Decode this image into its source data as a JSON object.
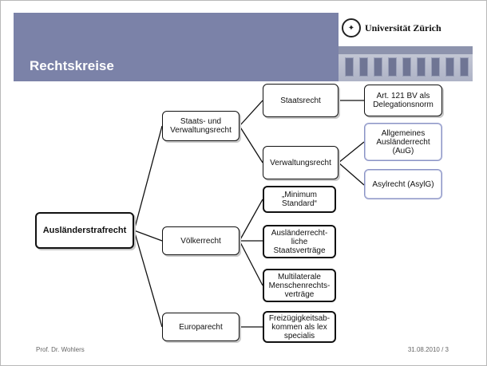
{
  "header": {
    "title": "Rechtskreise",
    "university": "Universität Zürich",
    "accent_color": "#7b82a8"
  },
  "diagram": {
    "root": "Ausländerstrafrecht",
    "level1": {
      "staats": "Staats- und\nVerwaltungsrecht",
      "voelker": "Völkerrecht",
      "europa": "Europarecht"
    },
    "level2": {
      "staatsrecht": "Staatsrecht",
      "verwaltungsrecht": "Verwaltungsrecht",
      "minimum": "„Minimum\nStandard“",
      "auslvertraege": "Ausländerrecht-\nliche\nStaatsverträge",
      "multilaterale": "Multilaterale\nMenschenrechts-\nverträge",
      "freizuegigkeit": "Freizügigkeitsab-\nkommen als lex\nspecialis"
    },
    "level3": {
      "art121": "Art. 121 BV als\nDelegationsnorm",
      "aug": "Allgemeines\nAusländerrecht\n(AuG)",
      "asylg": "Asylrecht (AsylG)"
    }
  },
  "footer": {
    "author": "Prof. Dr. Wohlers",
    "date_page": "31.08.2010 / 3"
  }
}
